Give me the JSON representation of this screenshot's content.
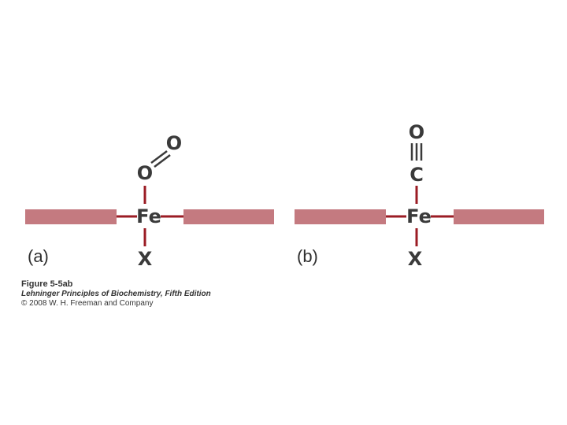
{
  "panel_a": {
    "label": "(a)",
    "atoms": {
      "oxygen_top": "O",
      "oxygen_bound": "O",
      "iron": "Fe",
      "axial": "X"
    }
  },
  "panel_b": {
    "label": "(b)",
    "atoms": {
      "oxygen": "O",
      "carbon": "C",
      "iron": "Fe",
      "axial": "X"
    }
  },
  "caption": {
    "title": "Figure 5-5ab",
    "book": "Lehninger Principles of Biochemistry, Fifth Edition",
    "copyright": "© 2008 W. H. Freeman and Company"
  },
  "colors": {
    "porphyrin_plane": "#c47a80",
    "bond": "#9b1c24",
    "atom_text": "#3a3a3a"
  }
}
